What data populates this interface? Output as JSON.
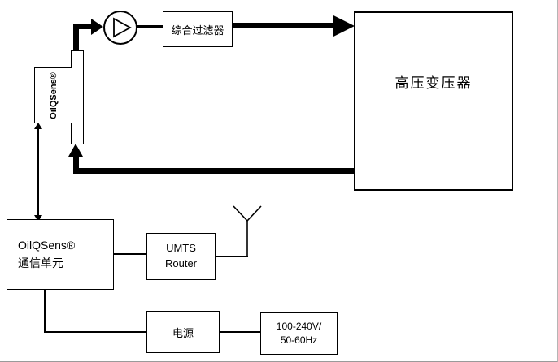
{
  "colors": {
    "line": "#000000",
    "background": "#ffffff",
    "border": "#000000"
  },
  "diagram": {
    "icons": {
      "pump": "pump-icon",
      "antenna": "antenna-icon"
    },
    "filter": {
      "label": "综合过滤器"
    },
    "transformer": {
      "label": "高压变压器"
    },
    "sensor": {
      "label": "OilQSens®"
    },
    "comm_unit": {
      "line1": "OilQSens®",
      "line2": "通信单元"
    },
    "umts_router": {
      "line1": "UMTS",
      "line2": "Router"
    },
    "power": {
      "label": "电源"
    },
    "mains": {
      "line1": "100-240V/",
      "line2": "50-60Hz"
    }
  }
}
